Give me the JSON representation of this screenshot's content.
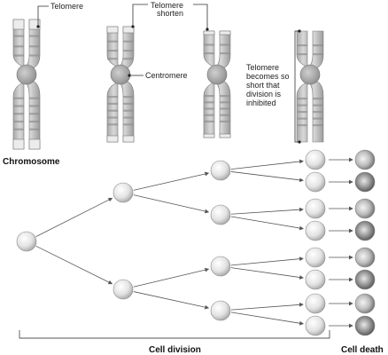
{
  "labels": {
    "telomere": "Telomere",
    "telomere_shorten_1": "Telomere",
    "telomere_shorten_2": "shorten",
    "centromere": "Centromere",
    "inhibited_1": "Telomere",
    "inhibited_2": "becomes so",
    "inhibited_3": "short that",
    "inhibited_4": "division is",
    "inhibited_5": "inhibited",
    "chromosome": "Chromosome",
    "cell_division": "Cell division",
    "cell_death": "Cell death"
  },
  "colors": {
    "chromatid": "#c4c4c4",
    "chromatid_band": "#8f8f8f",
    "telomere_cap": "#e6e6e6",
    "centromere": "#a9a9a9",
    "line": "#555555",
    "cell_light": "#f2f2f2",
    "cell_mid": "#cfcfcf",
    "cell_dark": "#5a5a5a"
  }
}
